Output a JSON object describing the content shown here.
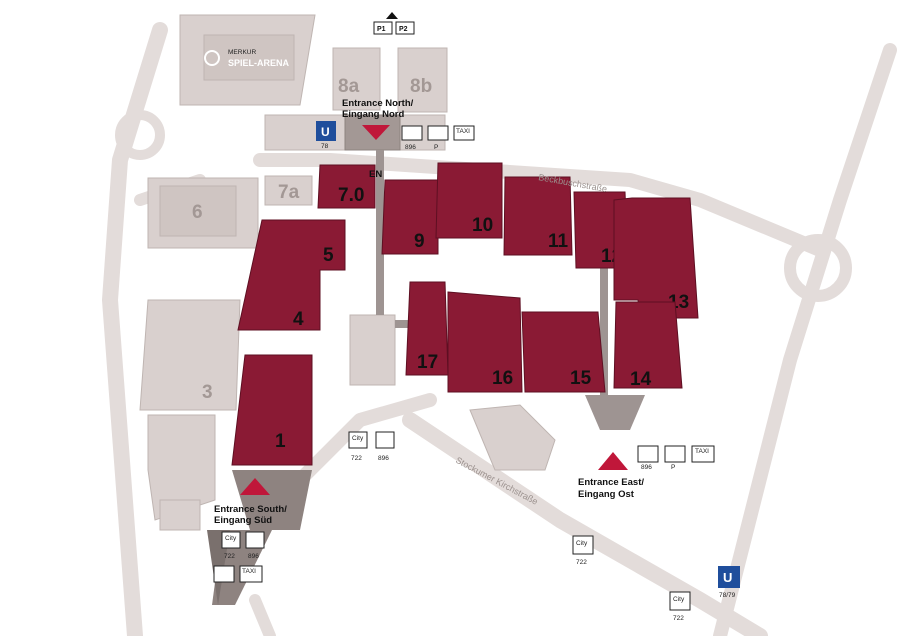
{
  "halls": [
    {
      "id": "1",
      "label": "1"
    },
    {
      "id": "4",
      "label": "4"
    },
    {
      "id": "5",
      "label": "5"
    },
    {
      "id": "7-0",
      "label": "7.0"
    },
    {
      "id": "9",
      "label": "9"
    },
    {
      "id": "10",
      "label": "10"
    },
    {
      "id": "11",
      "label": "11"
    },
    {
      "id": "12",
      "label": "12"
    },
    {
      "id": "13",
      "label": "13"
    },
    {
      "id": "14",
      "label": "14"
    },
    {
      "id": "15",
      "label": "15"
    },
    {
      "id": "16",
      "label": "16"
    },
    {
      "id": "17",
      "label": "17"
    }
  ],
  "other_halls": [
    {
      "id": "3",
      "label": "3"
    },
    {
      "id": "6",
      "label": "6"
    },
    {
      "id": "7a",
      "label": "7a"
    },
    {
      "id": "8a",
      "label": "8a"
    },
    {
      "id": "8b",
      "label": "8b"
    }
  ],
  "arena": {
    "line1": "MERKUR",
    "line2": "SPIEL-ARENA"
  },
  "connector": "EN",
  "entrances": {
    "north": {
      "line1": "Entrance North/",
      "line2": "Eingang Nord"
    },
    "east": {
      "line1": "Entrance East/",
      "line2": "Eingang Ost"
    },
    "south": {
      "line1": "Entrance South/",
      "line2": "Eingang Süd"
    }
  },
  "parking": {
    "p1": "P1",
    "p2": "P2"
  },
  "streets": {
    "beckbusch": "Beckbuschstraße",
    "stockumer": "Stockumer Kirchstraße"
  },
  "signs": {
    "north_u_number": "78",
    "north_bus": "896",
    "north_p": "P",
    "north_taxi": "TAXI",
    "center_city_num": "722",
    "center_bus_num": "896",
    "east_bus": "896",
    "east_p": "P",
    "east_taxi": "TAXI",
    "south_city1": "722",
    "south_bus": "896",
    "south_taxi": "TAXI",
    "road_city_num": "722",
    "bottom_city_num": "722",
    "u_station_num": "78/79",
    "city": "City"
  },
  "colors": {
    "hall": "#8a1a34",
    "grey_building": "#d9d0ce",
    "road": "#e3dcda",
    "entrance_marker": "#c0173a",
    "ubahn": "#1f4e9c"
  }
}
